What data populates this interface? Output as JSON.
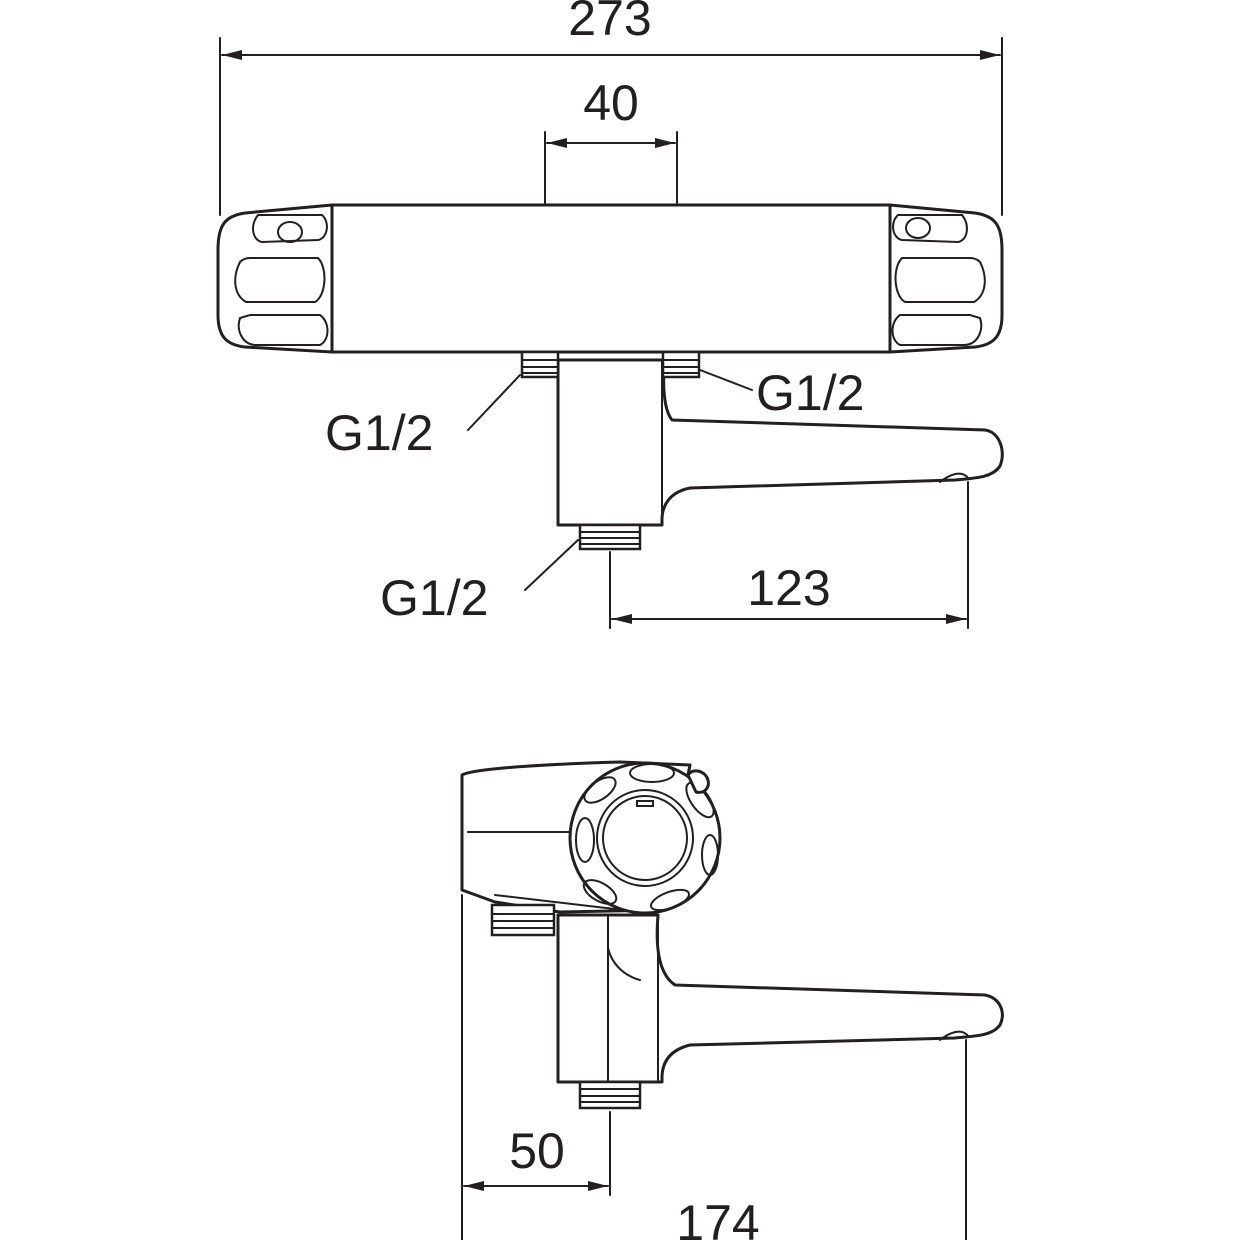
{
  "drawing": {
    "colors": {
      "line": "#231f20",
      "background": "#ffffff"
    },
    "front_view": {
      "dim_total_width": "273",
      "dim_inlet_spacing": "40",
      "dim_spout_reach": "123",
      "label_inlet_left": "G1/2",
      "label_inlet_right": "G1/2",
      "label_outlet": "G1/2"
    },
    "side_view": {
      "dim_outlet_offset": "50",
      "dim_total_depth": "174"
    }
  }
}
